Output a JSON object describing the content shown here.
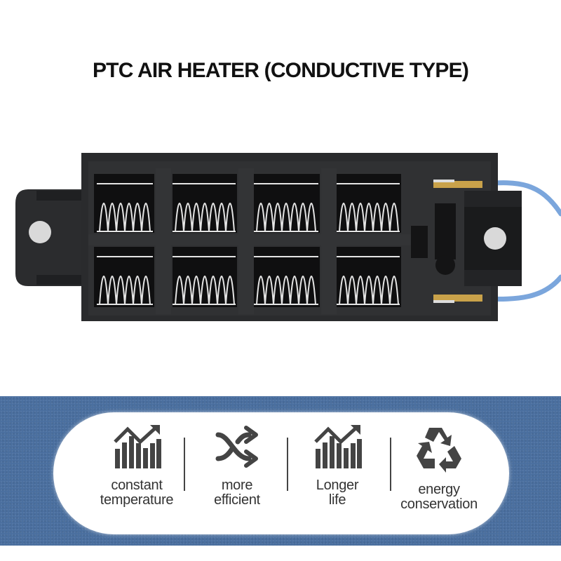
{
  "header": {
    "title": "PTC AIR HEATER (CONDUCTIVE TYPE)"
  },
  "product": {
    "name": "PTC air heater element",
    "body_color": "#252628",
    "wire_color": "#7ba6dc",
    "terminal_color": "#c9a24a",
    "fin_rows": 2,
    "fin_columns": 4
  },
  "features_band": {
    "background_color": "#4a6f9f",
    "items": [
      {
        "icon": "bar-chart-trend-icon",
        "line1": "constant",
        "line2": "temperature"
      },
      {
        "icon": "shuffle-arrows-icon",
        "line1": "more",
        "line2": "efficient"
      },
      {
        "icon": "bar-chart-trend-icon",
        "line1": "Longer",
        "line2": "life"
      },
      {
        "icon": "recycle-icon",
        "line1": "energy",
        "line2": "conservation"
      }
    ]
  }
}
